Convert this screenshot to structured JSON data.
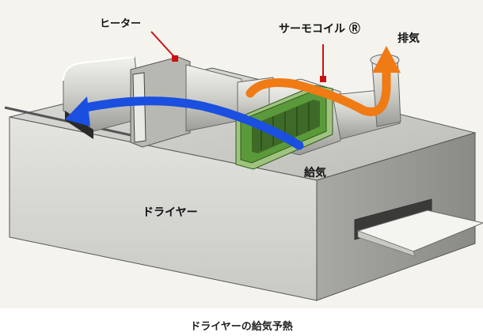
{
  "diagram": {
    "labels": {
      "heater": "ヒーター",
      "thermocoil": "サーモコイル Ⓡ",
      "exhaust": "排気",
      "intake": "給気",
      "dryer": "ドライヤー"
    },
    "colors": {
      "supply_air_arrow": "#1a4fe0",
      "exhaust_air_arrow": "#f07a14",
      "thermocoil_frame": "#5a9a3a",
      "leader_line": "#cc1111"
    }
  },
  "caption": "ドライヤーの給気予熱"
}
